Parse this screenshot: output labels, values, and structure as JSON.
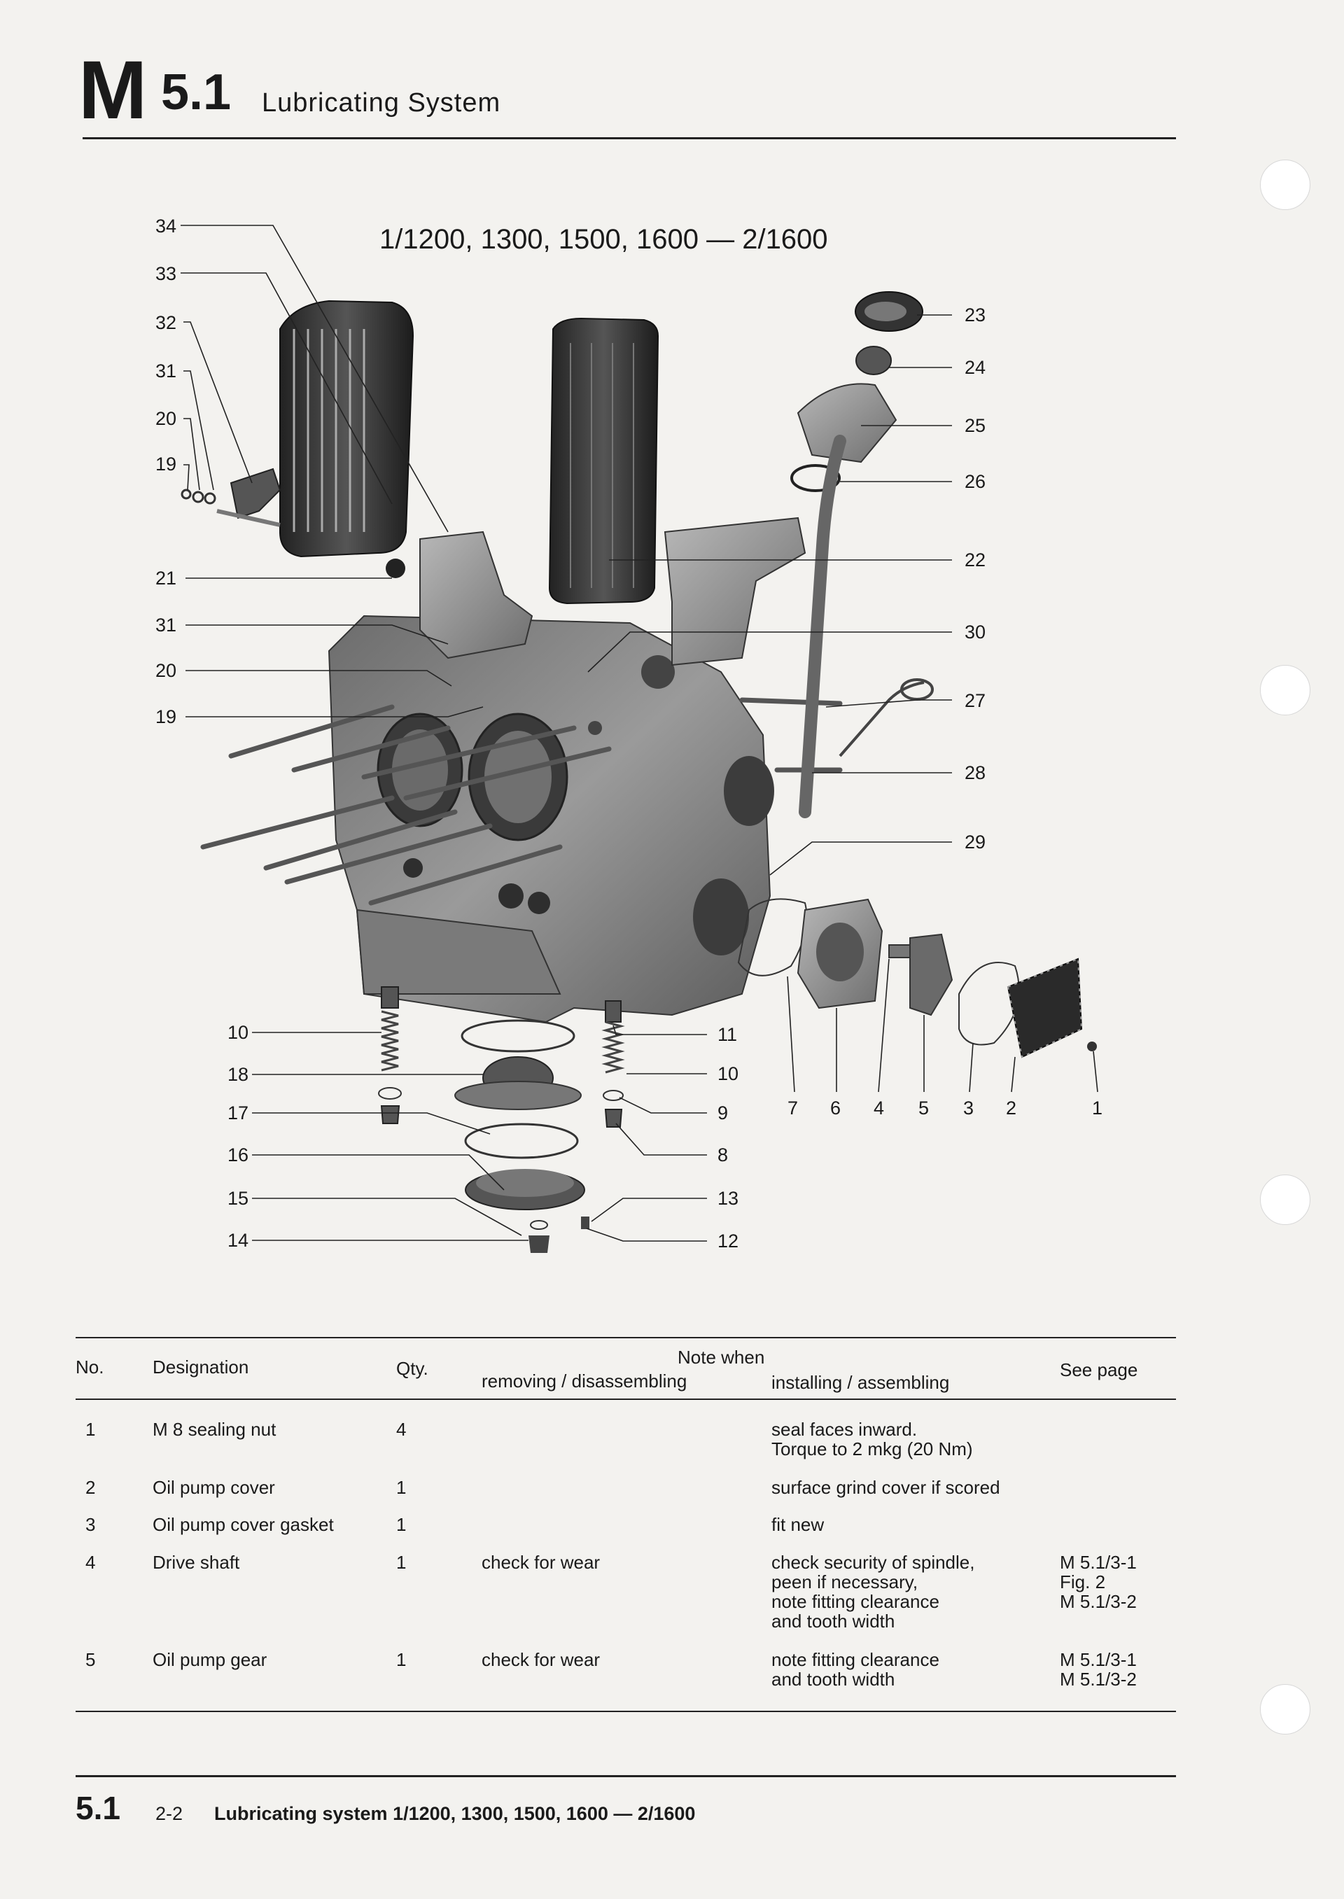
{
  "header": {
    "section_letter": "M",
    "section_number": "5.1",
    "title": "Lubricating System"
  },
  "diagram": {
    "title": "1/1200, 1300, 1500, 1600 — 2/1600",
    "callouts_left": [
      "34",
      "33",
      "32",
      "31",
      "20",
      "19",
      "21",
      "31",
      "20",
      "19"
    ],
    "callouts_right": [
      "23",
      "24",
      "25",
      "26",
      "22",
      "30",
      "27",
      "28",
      "29"
    ],
    "callouts_bottom_left": [
      "10",
      "18",
      "17",
      "16",
      "15",
      "14"
    ],
    "callouts_bottom_mid": [
      "11",
      "10",
      "9",
      "8",
      "13",
      "12"
    ],
    "callouts_pump_row": [
      "7",
      "6",
      "4",
      "5",
      "3",
      "2",
      "1"
    ]
  },
  "table": {
    "headers": {
      "no": "No.",
      "designation": "Designation",
      "qty": "Qty.",
      "note_when": "Note when",
      "removing": "removing / disassembling",
      "installing": "installing / assembling",
      "see_page": "See page"
    },
    "rows": [
      {
        "no": "1",
        "designation": "M 8 sealing nut",
        "qty": "4",
        "removing": "",
        "installing": "seal faces inward.\nTorque to 2 mkg (20 Nm)",
        "see_page": ""
      },
      {
        "no": "2",
        "designation": "Oil pump cover",
        "qty": "1",
        "removing": "",
        "installing": "surface grind cover if scored",
        "see_page": ""
      },
      {
        "no": "3",
        "designation": "Oil pump cover gasket",
        "qty": "1",
        "removing": "",
        "installing": "fit new",
        "see_page": ""
      },
      {
        "no": "4",
        "designation": "Drive shaft",
        "qty": "1",
        "removing": "check for wear",
        "installing": "check security of spindle,\npeen if necessary,\nnote fitting clearance\nand tooth width",
        "see_page": "M 5.1/3-1\nFig. 2\nM 5.1/3-2"
      },
      {
        "no": "5",
        "designation": "Oil pump gear",
        "qty": "1",
        "removing": "check for wear",
        "installing": "note fitting clearance\nand tooth width",
        "see_page": "M 5.1/3-1\nM 5.1/3-2"
      }
    ]
  },
  "footer": {
    "section": "5.1",
    "page": "2-2",
    "title": "Lubricating system 1/1200, 1300, 1500, 1600 — 2/1600"
  }
}
